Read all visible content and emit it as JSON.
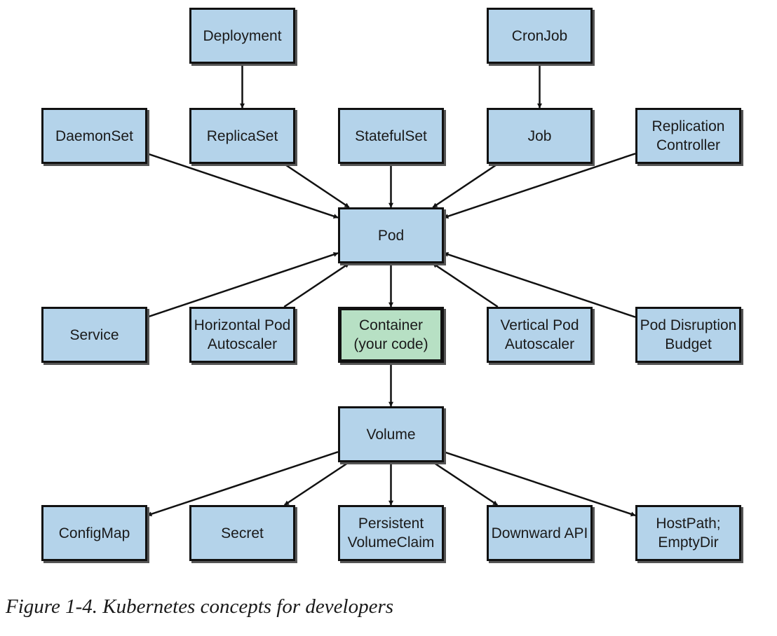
{
  "colors": {
    "node_fill": "#b4d3ea",
    "highlight_fill": "#b7e0c4",
    "stroke": "#111111"
  },
  "nodes": {
    "deployment": "Deployment",
    "cronjob": "CronJob",
    "daemonset": "DaemonSet",
    "replicaset": "ReplicaSet",
    "statefulset": "StatefulSet",
    "job": "Job",
    "replication_controller": "Replication\nController",
    "pod": "Pod",
    "service": "Service",
    "hpa": "Horizontal Pod\nAutoscaler",
    "container": "Container\n(your code)",
    "vpa": "Vertical Pod\nAutoscaler",
    "pdb": "Pod Disruption\nBudget",
    "volume": "Volume",
    "configmap": "ConfigMap",
    "secret": "Secret",
    "pvc": "Persistent\nVolumeClaim",
    "downward_api": "Downward API",
    "hostpath": "HostPath;\nEmptyDir"
  },
  "edges": [
    [
      "deployment",
      "replicaset"
    ],
    [
      "cronjob",
      "job"
    ],
    [
      "daemonset",
      "pod"
    ],
    [
      "replicaset",
      "pod"
    ],
    [
      "statefulset",
      "pod"
    ],
    [
      "job",
      "pod"
    ],
    [
      "replication_controller",
      "pod"
    ],
    [
      "service",
      "pod"
    ],
    [
      "hpa",
      "pod"
    ],
    [
      "vpa",
      "pod"
    ],
    [
      "pdb",
      "pod"
    ],
    [
      "pod",
      "container"
    ],
    [
      "container",
      "volume"
    ],
    [
      "volume",
      "configmap"
    ],
    [
      "volume",
      "secret"
    ],
    [
      "volume",
      "pvc"
    ],
    [
      "volume",
      "downward_api"
    ],
    [
      "volume",
      "hostpath"
    ]
  ],
  "caption": "Figure 1-4. Kubernetes concepts for developers"
}
